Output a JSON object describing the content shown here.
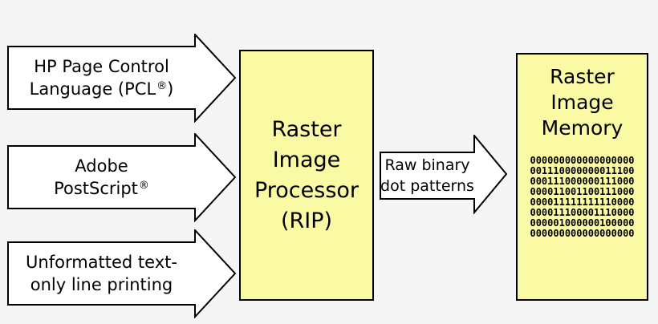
{
  "colors": {
    "background": "#f5f5f5",
    "box_fill": "#fafaa5",
    "arrow_fill": "#ffffff",
    "border": "#000000",
    "text": "#000000"
  },
  "inputs": [
    {
      "id": "hp-pcl",
      "line1": "HP Page Control",
      "line2_pre": "Language (PCL",
      "trademark": "®",
      "line2_post": ")"
    },
    {
      "id": "adobe-postscript",
      "line1": "Adobe",
      "line2_pre": "PostScript",
      "trademark": "®",
      "line2_post": ""
    },
    {
      "id": "unformatted-text",
      "line1": "Unformatted text-",
      "line2_pre": "only line printing",
      "trademark": "",
      "line2_post": ""
    }
  ],
  "processor": {
    "label": "Raster\nImage\nProcessor\n(RIP)"
  },
  "output_arrow": {
    "line1": "Raw binary",
    "line2": "dot patterns"
  },
  "memory": {
    "title": "Raster\nImage\nMemory",
    "binary_rows": [
      "000000000000000000",
      "001110000000011100",
      "000111000000111000",
      "000011001100111000",
      "000011111111110000",
      "000011100001110000",
      "000001000000100000",
      "000000000000000000"
    ]
  }
}
